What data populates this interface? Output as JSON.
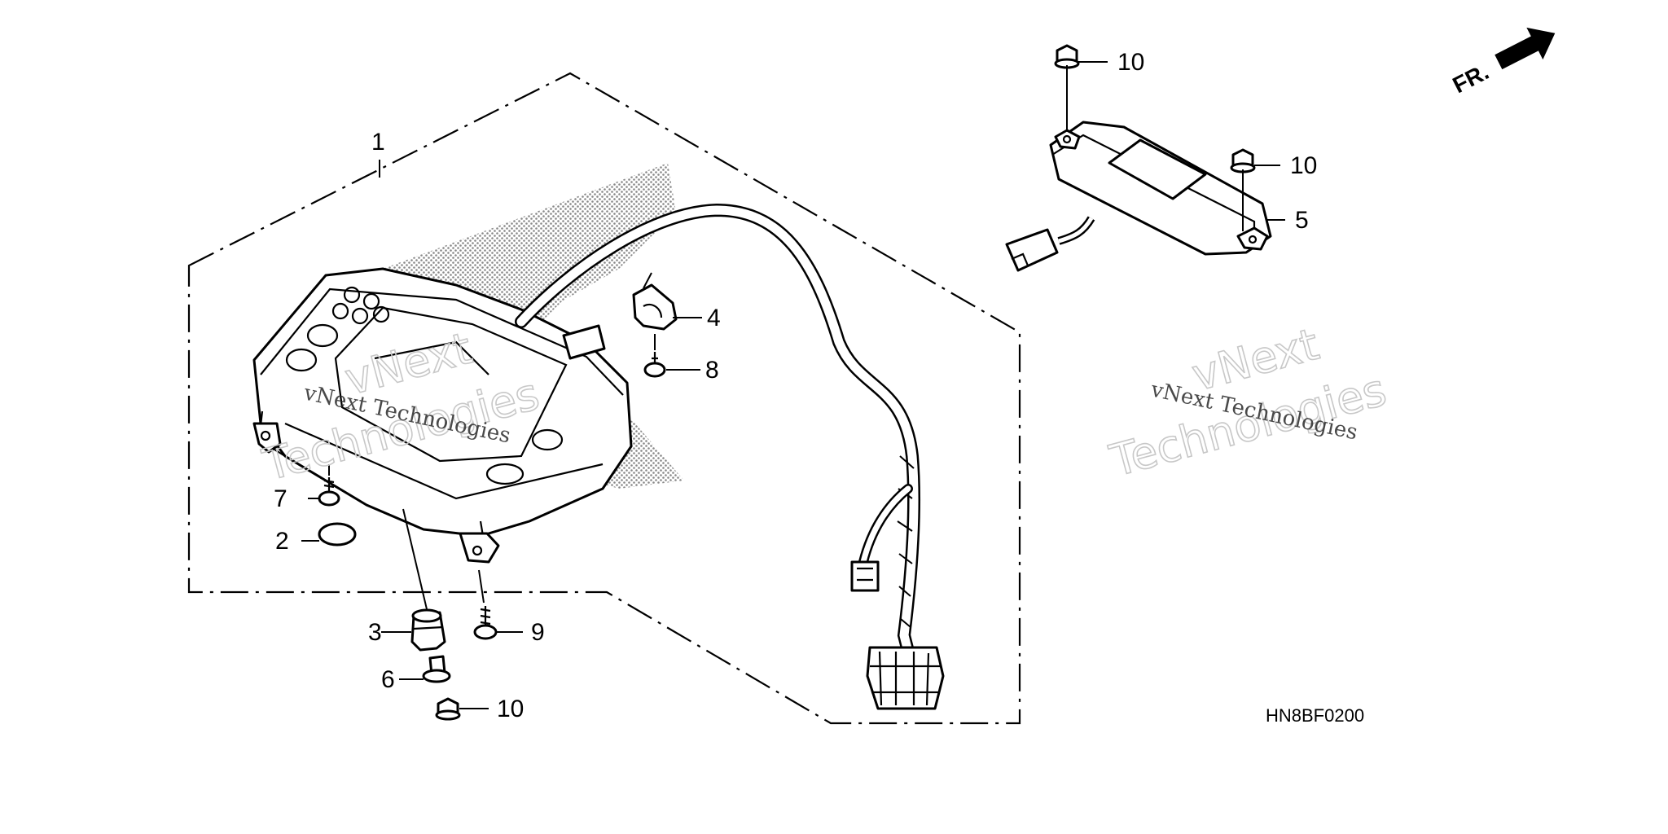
{
  "diagram_code": "HN8BF0200",
  "direction_label": "FR.",
  "watermark": {
    "line1": "vNext Technologies",
    "outline_word1": "vNext",
    "outline_word2": "Technologies"
  },
  "callouts": [
    {
      "id": "1",
      "part": "meter-assembly"
    },
    {
      "id": "2",
      "part": "cap"
    },
    {
      "id": "3",
      "part": "grommet"
    },
    {
      "id": "4",
      "part": "clamp"
    },
    {
      "id": "5",
      "part": "control-unit"
    },
    {
      "id": "6",
      "part": "collar"
    },
    {
      "id": "7",
      "part": "screw"
    },
    {
      "id": "8",
      "part": "screw"
    },
    {
      "id": "9",
      "part": "tapping-screw"
    },
    {
      "id": "10",
      "part": "flange-nut"
    }
  ]
}
